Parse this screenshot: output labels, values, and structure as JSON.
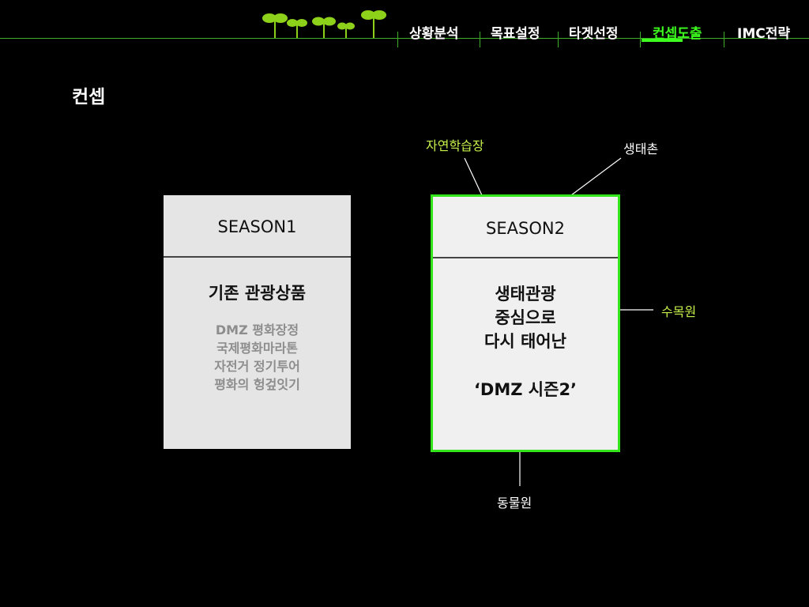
{
  "nav": {
    "items": [
      "상황분석",
      "목표설정",
      "타겟선정",
      "컨셉도출",
      "IMC전략"
    ],
    "active_index": 3
  },
  "page_title": "컨셉",
  "season1": {
    "header": "SEASON1",
    "main": "기존 관광상품",
    "items": [
      "DMZ 평화장정",
      "국제평화마라톤",
      "자전거 정기투어",
      "평화의 헝겊잇기"
    ]
  },
  "season2": {
    "header": "SEASON2",
    "main_lines": [
      "생태관광",
      "중심으로",
      "다시 태어난"
    ],
    "slogan": "‘DMZ 시즌2’"
  },
  "callouts": {
    "nature_study": "자연학습장",
    "eco_village": "생태촌",
    "arboretum": "수목원",
    "zoo": "동물원"
  },
  "colors": {
    "accent_green": "#3cff1e",
    "label_green": "#c6f04a",
    "line_green": "#3fae2a"
  }
}
